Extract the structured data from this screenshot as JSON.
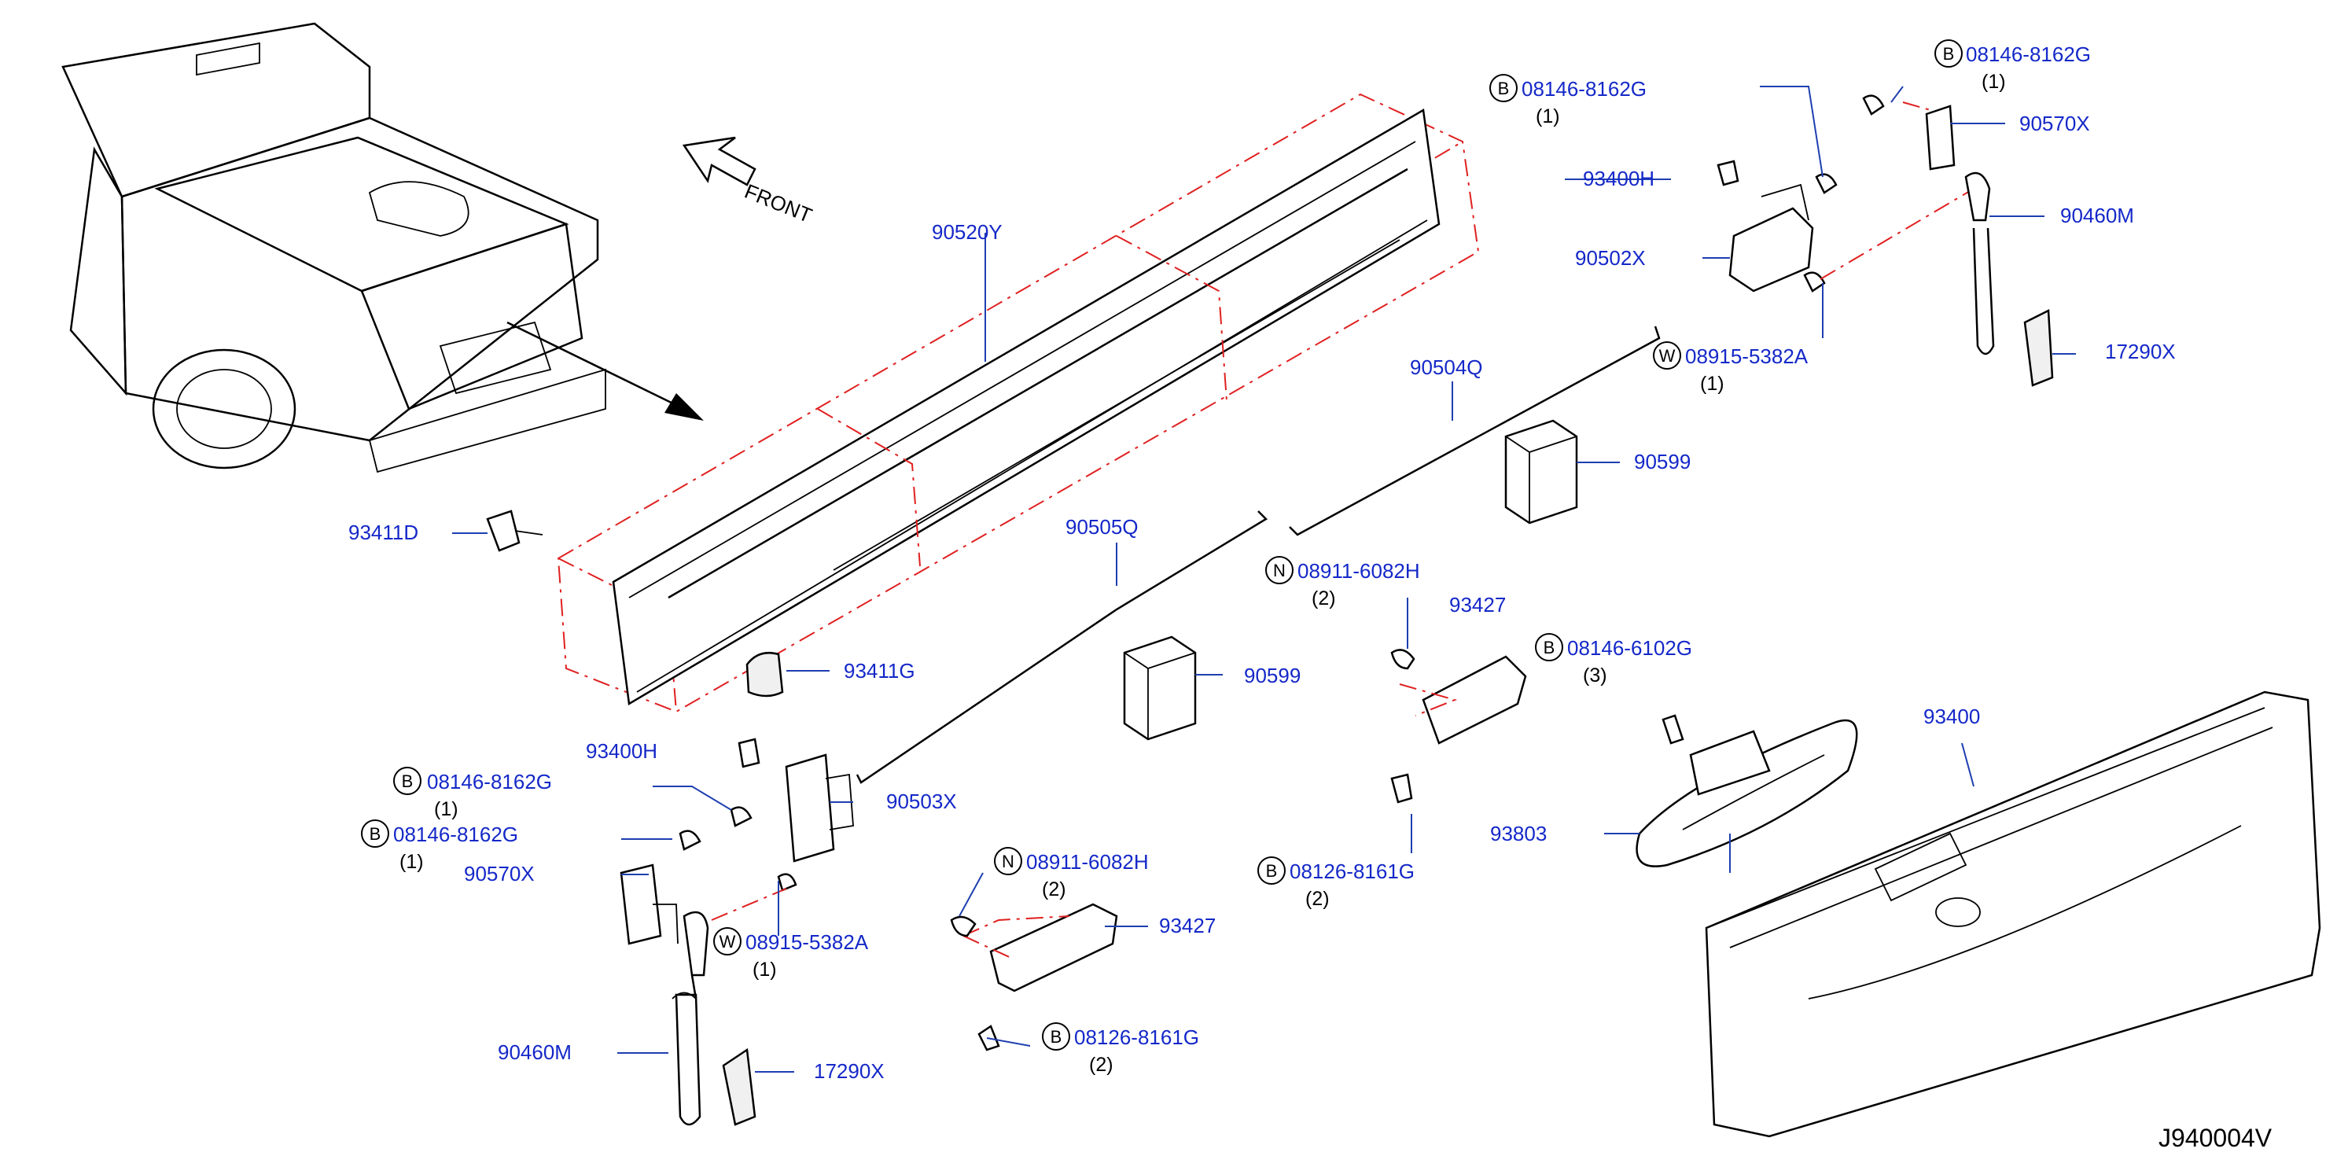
{
  "diagram_code": "J940004V",
  "front_label": "FRONT",
  "parts": [
    {
      "id": "90520Y"
    },
    {
      "id": "93411D"
    },
    {
      "id": "93411G"
    },
    {
      "id": "90505Q"
    },
    {
      "id": "90504Q"
    },
    {
      "id": "90599"
    },
    {
      "id": "90599"
    },
    {
      "id": "93400H"
    },
    {
      "id": "90503X"
    },
    {
      "id": "90570X"
    },
    {
      "id": "90460M"
    },
    {
      "id": "17290X"
    },
    {
      "id": "93427"
    },
    {
      "id": "93427"
    },
    {
      "id": "93803"
    },
    {
      "id": "93400"
    },
    {
      "id": "93400H"
    },
    {
      "id": "90502X"
    },
    {
      "id": "90570X"
    },
    {
      "id": "90460M"
    },
    {
      "id": "17290X"
    }
  ],
  "fasteners": [
    {
      "prefix": "B",
      "id": "08146-8162G",
      "qty": "(1)"
    },
    {
      "prefix": "B",
      "id": "08146-8162G",
      "qty": "(1)"
    },
    {
      "prefix": "W",
      "id": "08915-5382A",
      "qty": "(1)"
    },
    {
      "prefix": "N",
      "id": "08911-6082H",
      "qty": "(2)"
    },
    {
      "prefix": "B",
      "id": "08126-8161G",
      "qty": "(2)"
    },
    {
      "prefix": "N",
      "id": "08911-6082H",
      "qty": "(2)"
    },
    {
      "prefix": "B",
      "id": "08146-6102G",
      "qty": "(3)"
    },
    {
      "prefix": "B",
      "id": "08126-8161G",
      "qty": "(2)"
    },
    {
      "prefix": "B",
      "id": "08146-8162G",
      "qty": "(1)"
    },
    {
      "prefix": "B",
      "id": "08146-8162G",
      "qty": "(1)"
    },
    {
      "prefix": "W",
      "id": "08915-5382A",
      "qty": "(1)"
    }
  ],
  "colors": {
    "label": "#1428c8",
    "leader": "#1e3fb0",
    "phantom": "#e02020",
    "line": "#000000"
  }
}
